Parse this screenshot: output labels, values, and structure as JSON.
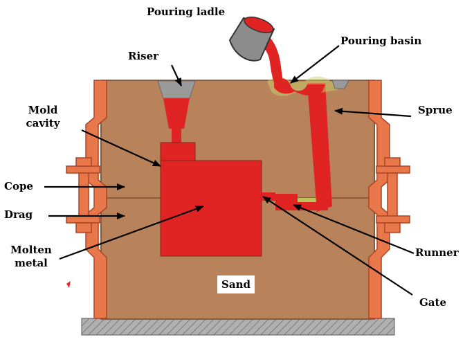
{
  "title": "",
  "labels": {
    "pouring_ladle": "Pouring ladle",
    "pouring_basin": "Pouring basin",
    "riser": "Riser",
    "mold_cavity_line1": "Mold",
    "mold_cavity_line2": "cavity",
    "sprue": "Sprue",
    "cope": "Cope",
    "drag": "Drag",
    "molten_metal_line1": "Molten",
    "molten_metal_line2": "metal",
    "runner": "Runner",
    "gate": "Gate",
    "sand": "Sand"
  },
  "colors": {
    "sand": "#b8835a",
    "sand_edge": "#8c5a36",
    "molten_metal": "#e02424",
    "flask": "#e8774a",
    "flask_edge": "#a8452a",
    "ground": "#a8a8a8",
    "ladle": "#8c8c8c",
    "riser_top": "#9a9a9a",
    "arrow": "#000000"
  }
}
